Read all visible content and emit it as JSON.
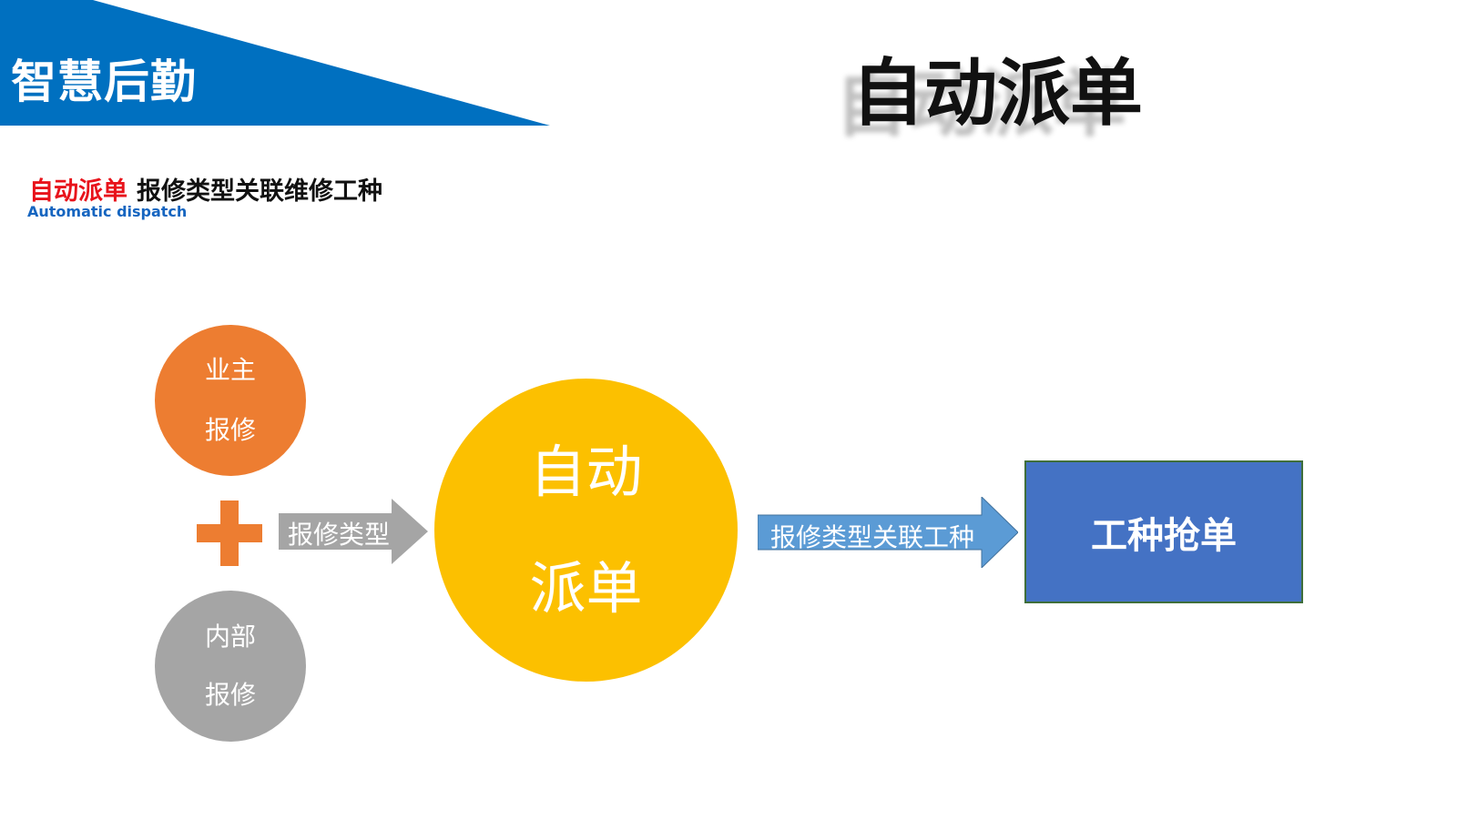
{
  "header": {
    "brand": "智慧后勤",
    "title": "自动派单"
  },
  "subtitle": {
    "highlight": "自动派单",
    "text": "报修类型关联维修工种",
    "english": "Automatic dispatch"
  },
  "diagram": {
    "owner_repair": [
      "业主",
      "报修"
    ],
    "internal_repair": [
      "内部",
      "报修"
    ],
    "arrow1_label": "报修类型",
    "center": [
      "自动",
      "派单"
    ],
    "arrow2_label": "报修类型关联工种",
    "result": "工种抢单"
  },
  "colors": {
    "banner": "#0070c0",
    "orange": "#ed7d31",
    "gray": "#a5a5a5",
    "yellow": "#fcc000",
    "blue_box": "#4472c4",
    "arrow_blue": "#5b9bd5"
  }
}
